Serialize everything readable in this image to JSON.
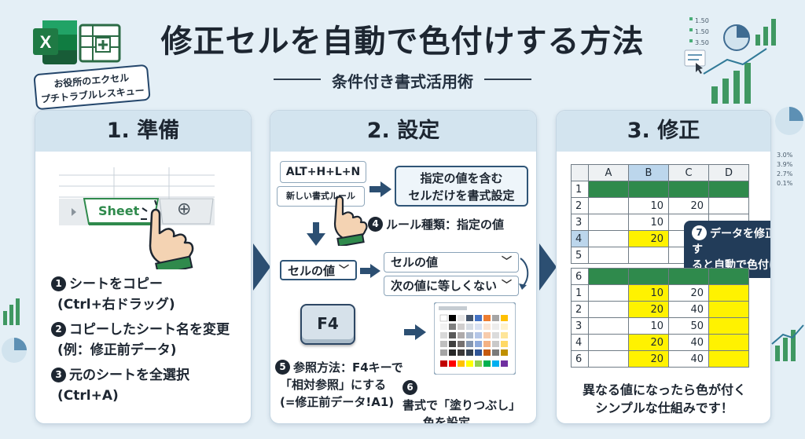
{
  "header": {
    "title": "修正セルを自動で色付けする方法",
    "subtitle": "条件付き書式活用術",
    "badge_line1": "お役所のエクセル",
    "badge_line2": "プチトラブルレスキュー",
    "excel_letter": "X"
  },
  "deco": {
    "top_right_values": [
      "1.50",
      "1.50",
      "3.50"
    ],
    "right_values": [
      "3.0%",
      "3.9%",
      "2.7%",
      "0.1%"
    ]
  },
  "card1": {
    "title": "1. 準備",
    "sheet_tab": "Sheet",
    "plus": "⊕",
    "steps": [
      {
        "num": "1",
        "line1": "シートをコピー",
        "line2": "(Ctrl+右ドラッグ)"
      },
      {
        "num": "2",
        "line1": "コピーしたシート名を変更",
        "line2": "(例：修正前データ)"
      },
      {
        "num": "3",
        "line1": "元のシートを全選択",
        "line2": "(Ctrl+A)"
      }
    ]
  },
  "card2": {
    "title": "2. 設定",
    "shortcut": "ALT+H+L+N",
    "new_rule": "新しい書式ルール",
    "rule_result_line1": "指定の値を含む",
    "rule_result_line2": "セルだけを書式設定",
    "step4_num": "4",
    "step4": "ルール種類：指定の値",
    "dd_cell_value": "セルの値",
    "dd_cell_value2": "セルの値",
    "dd_not_equal": "次の値に等しくない",
    "f4_key": "F4",
    "step5_num": "5",
    "step5_line1": "参照方法：F4キーで",
    "step5_line2": "「相対参照」にする",
    "step5_line3": "(=修正前データ!A1)",
    "step6_num": "6",
    "step6_line1": "書式で「塗りつぶし」",
    "step6_line2": "色を設定"
  },
  "card3": {
    "title": "3. 修正",
    "columns": [
      "A",
      "B",
      "C",
      "D"
    ],
    "table1_rows": [
      {
        "h": "1",
        "cells": [
          "",
          "",
          "",
          ""
        ]
      },
      {
        "h": "2",
        "cells": [
          "",
          "10",
          "20",
          ""
        ]
      },
      {
        "h": "3",
        "cells": [
          "",
          "10",
          "",
          ""
        ]
      },
      {
        "h": "4",
        "cells": [
          "",
          "20",
          "",
          ""
        ]
      },
      {
        "h": "5",
        "cells": [
          "",
          "",
          "",
          ""
        ]
      }
    ],
    "table2_rows": [
      {
        "h": "6",
        "cells": [
          "",
          "",
          "",
          ""
        ]
      },
      {
        "h": "1",
        "cells": [
          "",
          "10",
          "20",
          ""
        ]
      },
      {
        "h": "2",
        "cells": [
          "",
          "20",
          "40",
          ""
        ]
      },
      {
        "h": "3",
        "cells": [
          "",
          "10",
          "50",
          ""
        ]
      },
      {
        "h": "4",
        "cells": [
          "",
          "20",
          "40",
          ""
        ]
      },
      {
        "h": "6",
        "cells": [
          "",
          "20",
          "40",
          ""
        ]
      }
    ],
    "callout_num": "7",
    "callout_line1": "データを修正す",
    "callout_line2": "ると自動で色付け",
    "bottom_line1": "異なる値になったら色が付く",
    "bottom_line2": "シンプルな仕組みです！"
  },
  "colors": {
    "excel_green": "#1f7a44",
    "header_green": "#2f8a4c",
    "highlight_yellow": "#fff200",
    "navy": "#223c59"
  }
}
